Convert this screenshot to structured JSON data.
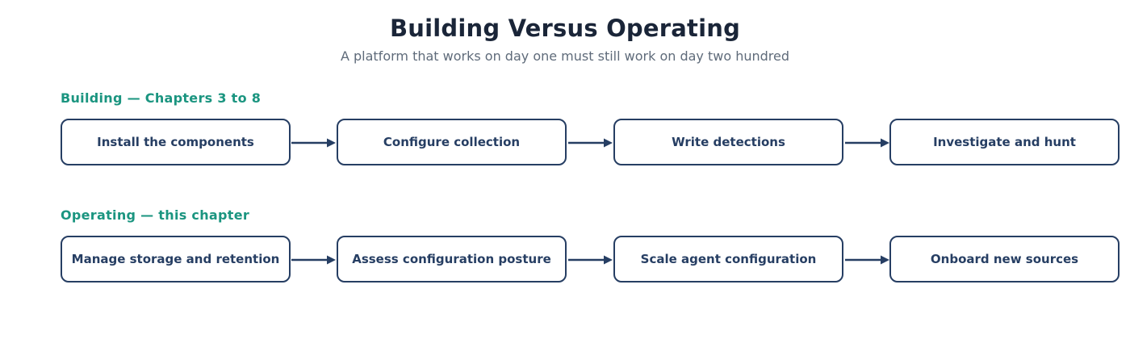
{
  "title": "Building Versus Operating",
  "subtitle": "A platform that works on day one must still work on day two hundred",
  "colors": {
    "heading": "#1a2538",
    "accent": "#1b9580",
    "box_border": "#263e63",
    "subtitle": "#5f6b7a"
  },
  "building": {
    "label": "Building — Chapters 3 to 8",
    "steps": [
      "Install the components",
      "Configure collection",
      "Write detections",
      "Investigate and hunt"
    ]
  },
  "operating": {
    "label": "Operating — this chapter",
    "steps": [
      "Manage storage and retention",
      "Assess configuration posture",
      "Scale agent configuration",
      "Onboard new sources"
    ]
  }
}
